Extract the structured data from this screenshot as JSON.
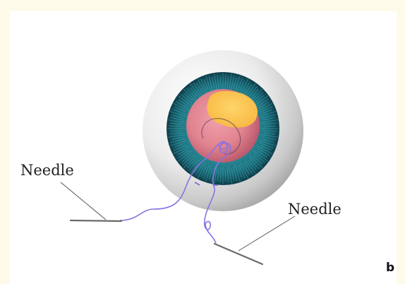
{
  "labels": {
    "needle_left": "Needle",
    "needle_right": "Needle",
    "panel": "b"
  },
  "colors": {
    "background_band": "#fefaea",
    "sclera": "#e6e6e6",
    "iris": "#1f7a87",
    "pupil_pink": "#df8a92",
    "lens_highlight": "#fbc34e",
    "suture": "#7b6ad6",
    "needle": "#666666"
  }
}
